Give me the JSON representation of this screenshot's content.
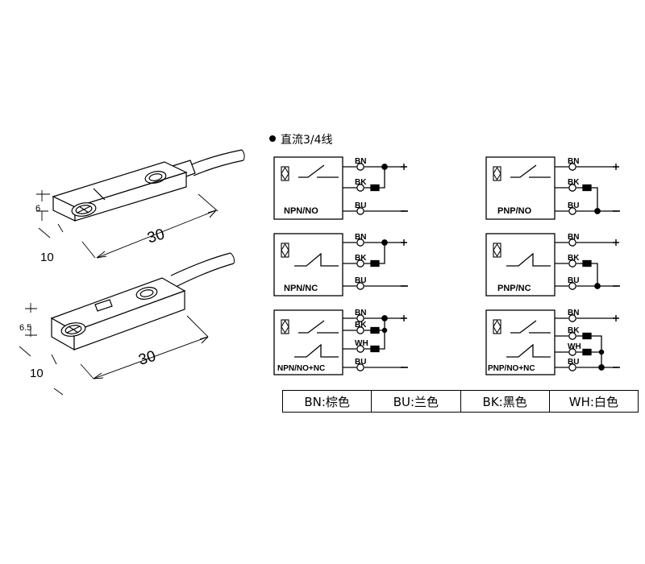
{
  "header": {
    "text": "直流3/4线"
  },
  "dimensions": {
    "sensor1": {
      "length": "30",
      "width": "10",
      "height": "6"
    },
    "sensor2": {
      "length": "30",
      "width": "10",
      "height": "6.5"
    }
  },
  "wires": {
    "bn": "BN",
    "bk": "BK",
    "bu": "BU",
    "wh": "WH",
    "plus": "+",
    "minus": "−"
  },
  "circuits": [
    {
      "label": "NPN/NO"
    },
    {
      "label": "PNP/NO"
    },
    {
      "label": "NPN/NC"
    },
    {
      "label": "PNP/NC"
    },
    {
      "label": "NPN/NO+NC"
    },
    {
      "label": "PNP/NO+NC"
    }
  ],
  "legend": [
    {
      "text": "BN:棕色"
    },
    {
      "text": "BU:兰色"
    },
    {
      "text": "BK:黑色"
    },
    {
      "text": "WH:白色"
    }
  ]
}
